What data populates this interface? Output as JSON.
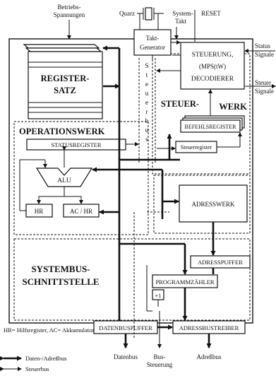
{
  "top_labels": {
    "betriebs_line1": "Betriebs-",
    "betriebs_line2": "Spannungen",
    "quarz": "Quarz",
    "system_line1": "System-",
    "system_line2": "Takt",
    "reset": "RESET"
  },
  "right_labels": {
    "status_line1": "Status",
    "status_line2": "Signale",
    "steuer_line1": "Steuer",
    "steuer_line2": "Signale"
  },
  "blocks": {
    "takt_line1": "Takt-",
    "takt_line2": "Generator",
    "steuerung_line1": "STEUERUNG,",
    "steuerung_line2": "(MPS(tW)",
    "steuerung_line3": "DECODIERER",
    "steuerwerk_a": "STEUER-",
    "steuerwerk_b": "WERK",
    "befehlsregister": "BEFEHLSREGISTER",
    "steuerregister": "Steuerregister",
    "registersatz_line1": "REGISTER-",
    "registersatz_line2": "SATZ",
    "operationswerk": "OPERATIONSWERK",
    "statusregister": "STATUSREGISTER",
    "alu": "ALU",
    "hr": "HR",
    "ac_hr": "AC / HR",
    "adresswerk": "ADRESSWERK",
    "systembus_line1": "SYSTEMBUS-",
    "systembus_line2": "SCHNITTSTELLE",
    "adresspuffer": "ADRESSPUFFER",
    "programmzaehler": "PROGRAMMZÄHLER",
    "plus_one": "+1",
    "datenbuspuffer": "DATENBUSPUFFER",
    "adressbustreiber": "ADRESSBUSTREIBER",
    "steuerbus": [
      "S",
      "t",
      "e",
      "u",
      "e",
      "r",
      "b",
      "u",
      "s"
    ]
  },
  "bottom_labels": {
    "datenbus": "Datenbus",
    "bus_line1": "Bus-",
    "bus_line2": "Steuerung",
    "adressbus": "Adreßbus"
  },
  "legend": {
    "abbreviations": "HR= Hilfsregister, AC= Akkumulator",
    "daten_adressbus": "Daten-/Adreßbus",
    "steuerbus": "Steuerbus"
  }
}
